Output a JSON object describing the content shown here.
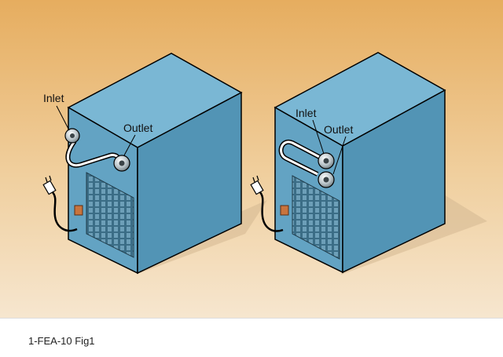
{
  "units": [
    {
      "inlet_label": "Inlet",
      "outlet_label": "Outlet"
    },
    {
      "inlet_label": "Inlet",
      "outlet_label": "Outlet"
    }
  ],
  "caption": "1-FEA-10 Fig1",
  "colors": {
    "background_top": "#e8b266",
    "background_bottom": "#f3dfc3",
    "cabinet_front": "#5fa1c1",
    "cabinet_side": "#4e8fb0",
    "cabinet_top": "#79b9d6",
    "outline": "#000000"
  }
}
